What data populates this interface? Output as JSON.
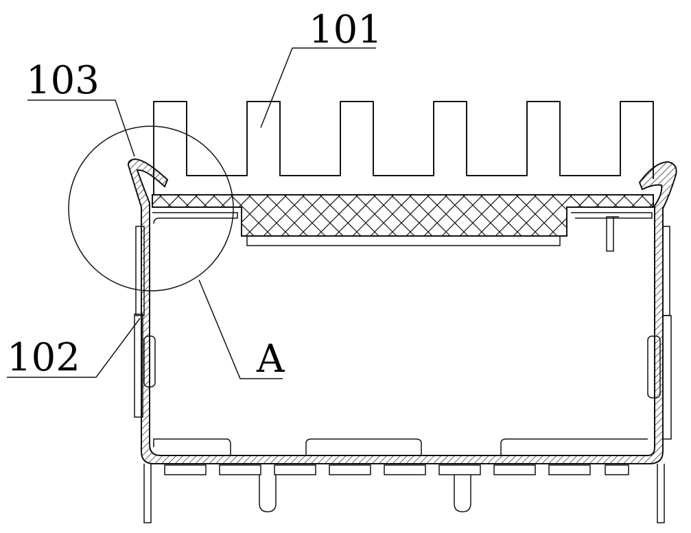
{
  "callouts": {
    "heatsink": "101",
    "cage": "102",
    "spring_clip": "103",
    "detail": "A"
  }
}
